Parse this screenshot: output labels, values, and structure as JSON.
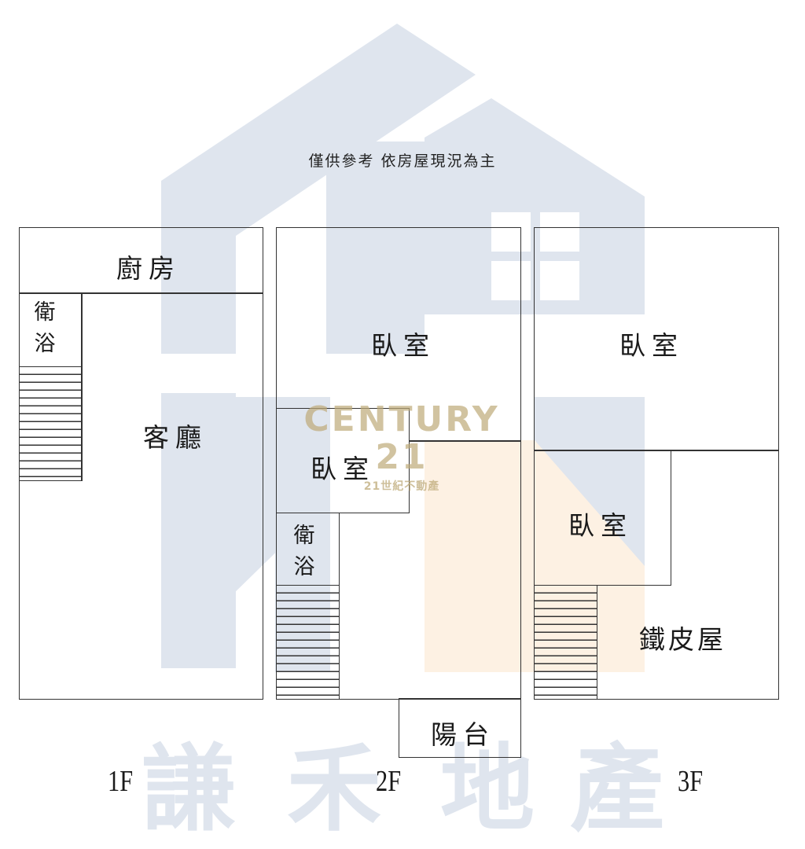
{
  "disclaimer": "僅供參考  依房屋現況為主",
  "floors": [
    {
      "label": "1F",
      "rooms": [
        {
          "name": "廚房"
        },
        {
          "name_lines": [
            "衛",
            "浴"
          ]
        },
        {
          "name": "客廳"
        }
      ]
    },
    {
      "label": "2F",
      "rooms": [
        {
          "name": "臥室"
        },
        {
          "name": "臥室"
        },
        {
          "name_lines": [
            "衛",
            "浴"
          ]
        },
        {
          "name": "陽台"
        }
      ]
    },
    {
      "label": "3F",
      "rooms": [
        {
          "name": "臥室"
        },
        {
          "name": "臥室"
        },
        {
          "name": "鐵皮屋"
        }
      ]
    }
  ],
  "watermarks": {
    "century21_main": "CENTURY 21",
    "century21_sub": "21世紀不動產",
    "agency_chars": [
      "謙",
      "禾",
      "地",
      "產"
    ]
  },
  "colors": {
    "watermark_blue": "#dfe5ee",
    "watermark_peach": "#fdf1e3",
    "century21_gold": "#beaa78",
    "line": "#333333"
  }
}
